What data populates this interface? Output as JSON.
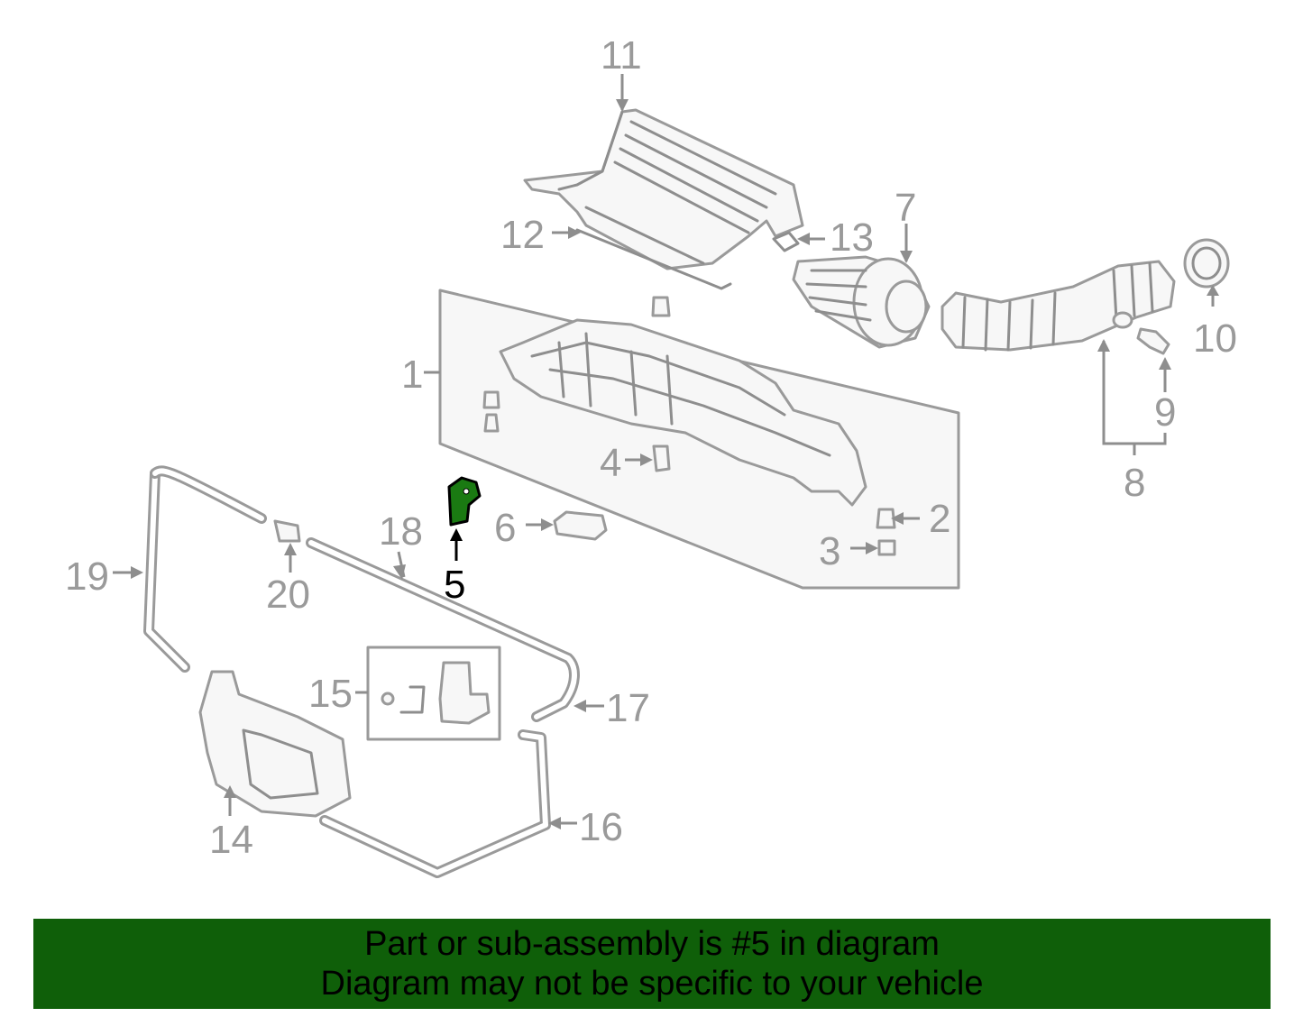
{
  "labels": {
    "l1": "1",
    "l2": "2",
    "l3": "3",
    "l4": "4",
    "l5": "5",
    "l6": "6",
    "l7": "7",
    "l8": "8",
    "l9": "9",
    "l10": "10",
    "l11": "11",
    "l12": "12",
    "l13": "13",
    "l14": "14",
    "l15": "15",
    "l16": "16",
    "l17": "17",
    "l18": "18",
    "l19": "19",
    "l20": "20"
  },
  "highlighted_part": "5",
  "banner": {
    "line1": "Part or sub-assembly is #5 in diagram",
    "line2": "Diagram may not be specific to your vehicle"
  },
  "colors": {
    "highlight": "#1a7a12",
    "banner_bg": "#0f5f09",
    "linework": "#9a9a9a"
  }
}
